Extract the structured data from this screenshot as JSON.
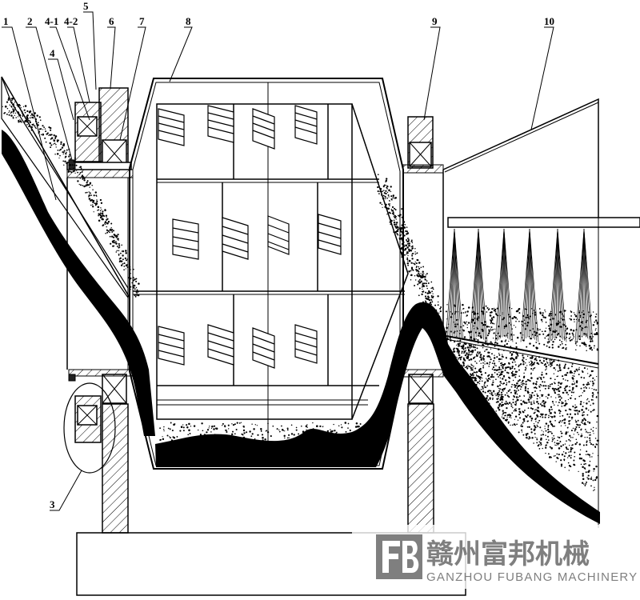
{
  "callouts": {
    "c1": "1",
    "c2": "2",
    "c4_1": "4-1",
    "c4_2": "4-2",
    "c5": "5",
    "c6": "6",
    "c7": "7",
    "c8": "8",
    "c9": "9",
    "c10": "10",
    "c4": "4",
    "c3": "3"
  },
  "watermark": {
    "logo": "FB",
    "company_cn": "赣州富邦机械",
    "company_en": "GANZHOU FUBANG MACHINERY"
  },
  "colors": {
    "line": "#000000",
    "watermark": "#7f7f7f",
    "background": "#ffffff"
  }
}
